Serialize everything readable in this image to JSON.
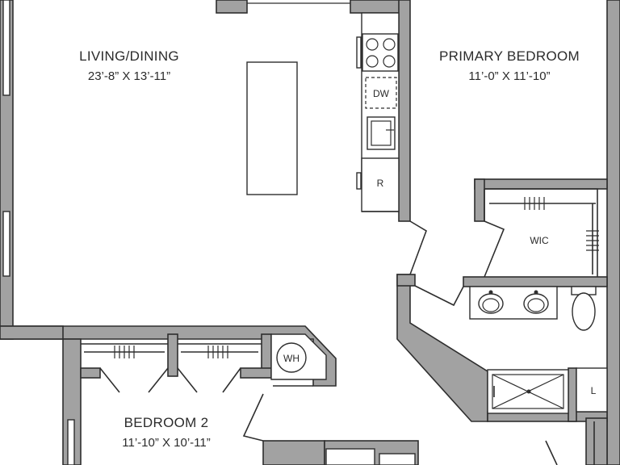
{
  "rooms": {
    "living": {
      "name": "LIVING/DINING",
      "dims": "23’-8” X 13’-11”"
    },
    "primary": {
      "name": "PRIMARY BEDROOM",
      "dims": "11’-0” X 11’-10”"
    },
    "bedroom2": {
      "name": "BEDROOM 2",
      "dims": "11’-10” X 10’-11”"
    }
  },
  "fixtures": {
    "dishwasher": "DW",
    "refrigerator": "R",
    "walk_in_closet": "WIC",
    "water_heater": "WH",
    "linen": "L"
  }
}
